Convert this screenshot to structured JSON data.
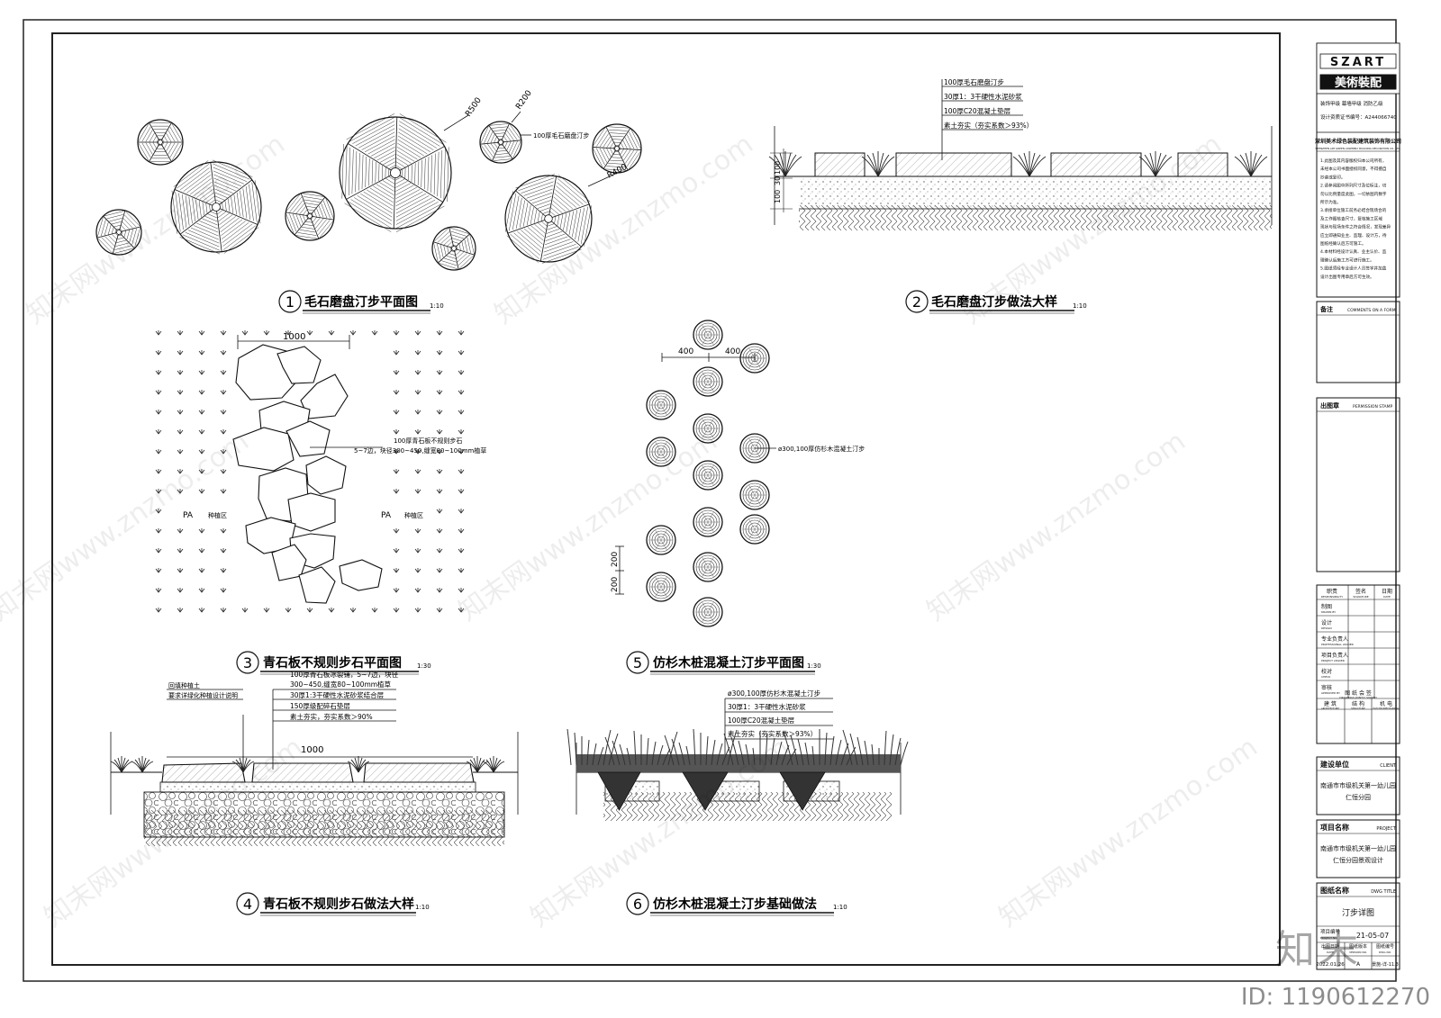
{
  "drawings": [
    {
      "num": "1",
      "title": "毛石磨盘汀步平面图",
      "scale": "1:10"
    },
    {
      "num": "2",
      "title": "毛石磨盘汀步做法大样",
      "scale": "1:10"
    },
    {
      "num": "3",
      "title": "青石板不规则步石平面图",
      "scale": "1:30"
    },
    {
      "num": "4",
      "title": "青石板不规则步石做法大样",
      "scale": "1:10"
    },
    {
      "num": "5",
      "title": "仿杉木桩混凝土汀步平面图",
      "scale": "1:30"
    },
    {
      "num": "6",
      "title": "仿杉木桩混凝土汀步基础做法",
      "scale": "1:10"
    }
  ],
  "d1": {
    "r500": "R500",
    "r200": "R200",
    "r400": "R400",
    "leader": "100厚毛石磨盘汀步"
  },
  "d2": {
    "layers": [
      "100厚毛石磨盘汀步",
      "30厚1：3干硬性水泥砂浆",
      "100厚C20混凝土垫层",
      "素土夯实（夯实系数＞93%）"
    ],
    "dims": [
      "100",
      "30",
      "100"
    ]
  },
  "d3": {
    "dim": "1000",
    "leader1": "100厚青石板不规则步石",
    "leader2": "5~7边，块径300~450,缝宽80~100mm植草",
    "pa1": "PA",
    "pa1b": "种植区",
    "pa2": "PA",
    "pa2b": "种植区"
  },
  "d4": {
    "note1": "回填种植土",
    "note2": "要求详绿化种植设计说明",
    "layers": [
      "100厚青石板冰裂铺，5~7边，块径",
      "300~450,缝宽80~100mm植草",
      "30厚1:3干硬性水泥砂浆结合层",
      "150厚级配碎石垫层",
      "素土夯实，夯实系数＞90%"
    ],
    "dim": "1000"
  },
  "d5": {
    "dim1": "400",
    "dim2": "400",
    "leader": "ø300,100厚仿杉木混凝土汀步",
    "vdim1": "200",
    "vdim2": "200"
  },
  "d6": {
    "layers": [
      "ø300,100厚仿杉木混凝土汀步",
      "30厚1：3干硬性水泥砂浆",
      "100厚C20混凝土垫层",
      "素土夯实（夯实系数＞93%）"
    ]
  },
  "titleblock": {
    "logo": "SZART",
    "logo_cn": "美術裝配",
    "qual": "装饰甲级  幕墙甲级  消防乙级",
    "cert": "设计资质证书编号：A244066740",
    "company": "深圳美术绿色装配建筑装饰有限公司",
    "company_en": "SHENZHEN ART GREEN ASSEMBLY BUILDING DECORATION CO., LTD.",
    "notes": [
      "1.此图及其内容版权归本公司所有，",
      "未经本公司书面授权同意，不得擅自",
      "抄袭或复印。",
      "2.请参阅图中所列尺寸及位标注，切",
      "勿以比例量度此图，一切依图内数字",
      "所示为准。",
      "3.承接单位施工前务必结合现场合的",
      "及工作图核查尺寸，复核施工区域",
      "现状与现场条件之符合情况，发现差异",
      "应立即通知业主、监理、设计方，待",
      "图纸经确认后方可施工。",
      "4.本材料经设计认真、业主认价、监",
      "理确认后施工方可进行施工。",
      "5.图纸须经专业设计人员签字并加盖",
      "设计出图专用章后方可生效。"
    ],
    "remark": "备注",
    "remark_en": "COMMENTS ON A FORM",
    "stamp": "出图章",
    "stamp_en": "PERMISSION STAMP",
    "sig_header": [
      "职责",
      "签名",
      "日期"
    ],
    "sig_header_en": [
      "RESPONSIBILITY",
      "SIGNATURE",
      "DATE"
    ],
    "sig_rows": [
      {
        "cn": "制图",
        "en": "DRAWN BY"
      },
      {
        "cn": "设计",
        "en": "DESIGN"
      },
      {
        "cn": "专业负责人",
        "en": "PROFESSIONAL LEADER"
      },
      {
        "cn": "项目负责人",
        "en": "PROJECT LEADER"
      },
      {
        "cn": "校对",
        "en": "CHECK"
      },
      {
        "cn": "审核",
        "en": "APPROVED BY"
      }
    ],
    "cosign": "图 纸 会 签",
    "cosign_en": "DRAWINGS JOINTLY SIGNED",
    "disciplines": [
      "建 筑",
      "结 构",
      "机 电"
    ],
    "disciplines_en": [
      "ARCHITECTURE",
      "STRUCTURE",
      "ELECTROMECHANICAL"
    ],
    "client_label": "建设单位",
    "client_en": "CLIENT",
    "client1": "南通市市级机关第一幼儿园",
    "client2": "仁恒分园",
    "project_label": "项目名称",
    "project_en": "PROJECT",
    "project1": "南通市市级机关第一幼儿园",
    "project2": "仁恒分园景观设计",
    "dwg_label": "图纸名称",
    "dwg_en": "DWG TITLE",
    "dwg_title": "汀步详图",
    "projno_label": "项目编号",
    "projno_en": "PROJECT NO.",
    "projno": "21-05-07",
    "row_labels": [
      "出图日期",
      "图纸版本",
      "图纸编号"
    ],
    "row_labels_en": [
      "DATE",
      "VERSION NO.",
      "DWG NO."
    ],
    "date": "2022.01.26",
    "version": "A",
    "dwgno": "景施-详-11.3"
  },
  "overlay": {
    "id": "ID: 1190612270",
    "logo": "知末",
    "watermark": "知末网www.znzmo.com"
  }
}
